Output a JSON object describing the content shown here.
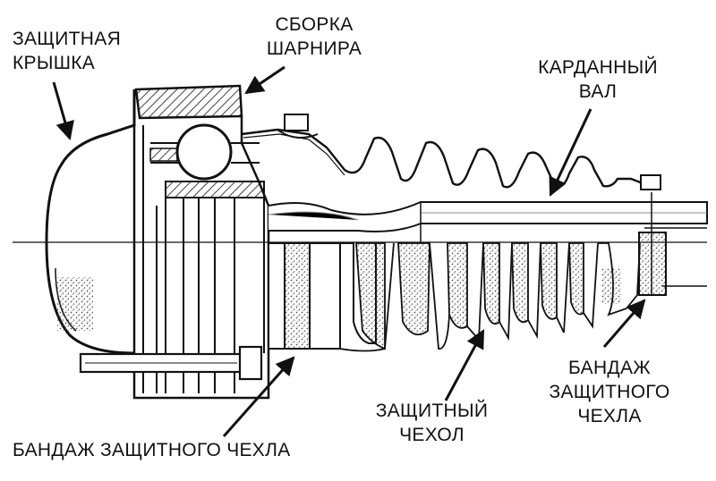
{
  "labels": {
    "protective_cover": [
      "ЗАЩИТНАЯ",
      "КРЫШКА"
    ],
    "joint_assembly": [
      "СБОРКА",
      "ШАРНИРА"
    ],
    "drive_shaft": [
      "КАРДАННЫЙ",
      "ВАЛ"
    ],
    "boot_clamp_right": [
      "БАНДАЖ",
      "ЗАЩИТНОГО",
      "ЧЕХЛА"
    ],
    "protective_boot": [
      "ЗАЩИТНЫЙ",
      "ЧЕХОЛ"
    ],
    "boot_clamp_bottom": "БАНДАЖ ЗАЩИТНОГО ЧЕХЛА"
  },
  "colors": {
    "ink": "#111111",
    "stipple": "#6a6a6a",
    "background": "#ffffff"
  }
}
